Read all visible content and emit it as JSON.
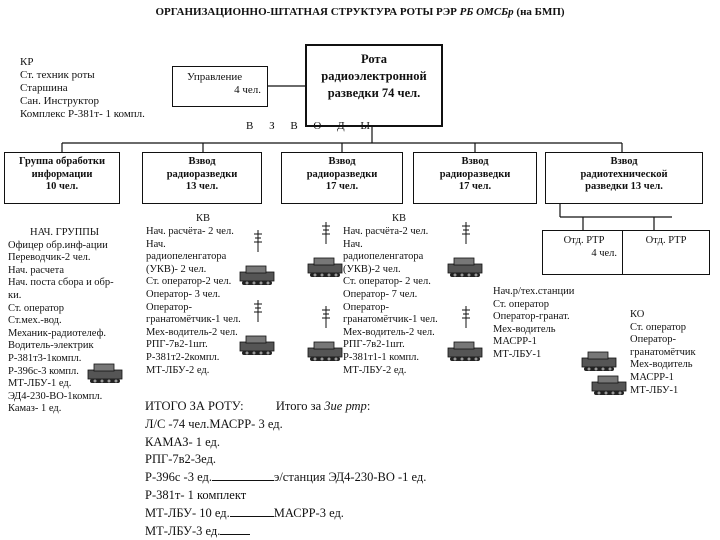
{
  "title": "ОРГАНИЗАЦИОННО-ШТАТНАЯ СТРУКТУРА РОТЫ РЭР",
  "title_italic": "РБ ОМСБр",
  "title_suffix": "(на БМП)",
  "hq_list": [
    "КР",
    "Ст. техник роты",
    "Старшина",
    "Сан. Инструктор",
    "Комплекс Р-381т- 1 компл."
  ],
  "management": {
    "line1": "Управление",
    "line2": "4 чел."
  },
  "company": {
    "line1": "Рота",
    "line2": "радиоэлектронной",
    "line3": "разведки 74 чел."
  },
  "platoons_label": "В З В О Д Ы",
  "units": [
    {
      "line1": "Группа обработки",
      "line2": "информации",
      "line3": "10 чел."
    },
    {
      "line1": "Взвод",
      "line2": "радиоразведки",
      "line3": "13 чел."
    },
    {
      "line1": "Взвод",
      "line2": "радиоразведки",
      "line3": "17 чел."
    },
    {
      "line1": "Взвод",
      "line2": "радиоразведки",
      "line3": "17 чел."
    },
    {
      "line1": "Взвод",
      "line2": "радиотехнической",
      "line3": "разведки 13 чел."
    }
  ],
  "group_list": [
    "НАЧ. ГРУППЫ",
    "Офицер обр.инф-ации",
    "Переводчик-2 чел.",
    "Нач. расчета",
    "Нач. поста сбора и обр-",
    "ки.",
    "Ст. оператор",
    "Ст.мех.-вод.",
    "Механик-радиотелеф.",
    "Водитель-электрик",
    "Р-381т3-1компл.",
    "Р-396с-3 компл.",
    "МТ-ЛБУ-1 ед.",
    "ЭД4-230-ВО-1компл.",
    "Камаз- 1 ед."
  ],
  "kv1": "КВ",
  "platoon1_list": [
    "Нач. расчёта- 2 чел.",
    "Нач.",
    "радиопеленгатора",
    "(УКВ)- 2 чел.",
    "Ст. оператор-2 чел.",
    "Оператор- 3 чел.",
    "Оператор-",
    "гранатомётчик-1 чел.",
    "Мех-водитель-2 чел.",
    "РПГ-7в2-1шт.",
    "Р-381т2-2компл.",
    "МТ-ЛБУ-2 ед."
  ],
  "kv2": "КВ",
  "platoon2_list": [
    "Нач. расчёта-2 чел.",
    "Нач.",
    "радиопеленгатора",
    "(УКВ)-2 чел.",
    "Ст. оператор- 2 чел.",
    "Оператор- 7 чел.",
    "Оператор-",
    "гранатомётчик-1 чел.",
    "Мех-водитель-2 чел.",
    "РПГ-7в2-1шт.",
    "Р-381т1-1 компл.",
    "МТ-ЛБУ-2 ед."
  ],
  "otd1": {
    "line1": "Отд. РТР",
    "line2": "4 чел."
  },
  "otd2": {
    "line1": "Отд. РТР"
  },
  "otd1_list": [
    "Нач.р/тех.станции",
    "Ст. оператор",
    "Оператор-гранат.",
    "Мех-водитель",
    "МАСРР-1",
    "МТ-ЛБУ-1"
  ],
  "otd2_list": [
    "КО",
    "Ст. оператор",
    "Оператор-",
    "гранатомётчик",
    "Мех-водитель",
    "МАСРР-1",
    "МТ-ЛБУ-1"
  ],
  "totals": {
    "heading": "ИТОГО ЗА РОТУ:",
    "third_platoon_label": "Итого за",
    "third_platoon_italic": "3ие ртр",
    "third_platoon_colon": ":",
    "lines": [
      "Л/С -74 чел.МАСРР- 3 ед.",
      "КАМАЗ- 1 ед.",
      "РПГ-7в2-3ед."
    ],
    "r396": {
      "left": "Р-396с -3 ед.",
      "right": "э/станция ЭД4-230-ВО -1 ед."
    },
    "r381": "Р-381т- 1 комплект",
    "mtlbu10": {
      "left": "МТ-ЛБУ- 10 ед.",
      "right": "МАСРР-3 ед."
    },
    "mtlbu3": "МТ-ЛБУ-3 ед."
  }
}
